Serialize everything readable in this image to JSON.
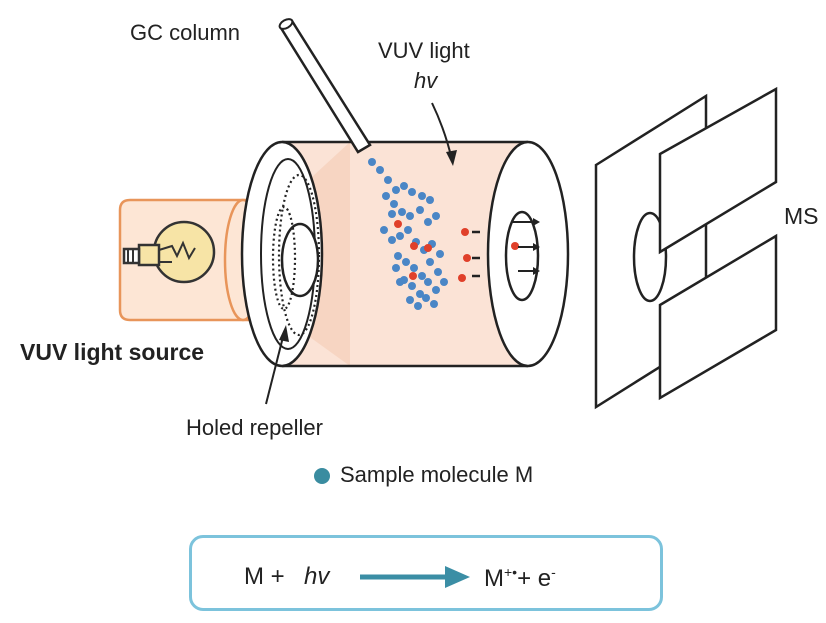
{
  "labels": {
    "gc_column": "GC column",
    "vuv_light": "VUV light",
    "hv": "hv",
    "ms": "MS",
    "vuv_light_source": "VUV light source",
    "holed_repeller": "Holed repeller",
    "legend_sample": "Sample molecule M"
  },
  "equation": {
    "left_M": "M + ",
    "left_hv": "hv",
    "right_M": "M",
    "right_charge": "+•",
    "right_plus_e": "+ e",
    "right_e_sup": "-"
  },
  "colors": {
    "tube_fill": "#fbe3d6",
    "lamp_orange": "#e8955a",
    "lamp_fill": "#fde6d5",
    "bulb_fill": "#f7e4a6",
    "molecule_blue": "#4a86c6",
    "ion_red": "#e0402a",
    "legend_dot": "#3a8ca0",
    "eq_arrow": "#3b8ea5",
    "eq_border": "#7cc3dc"
  }
}
